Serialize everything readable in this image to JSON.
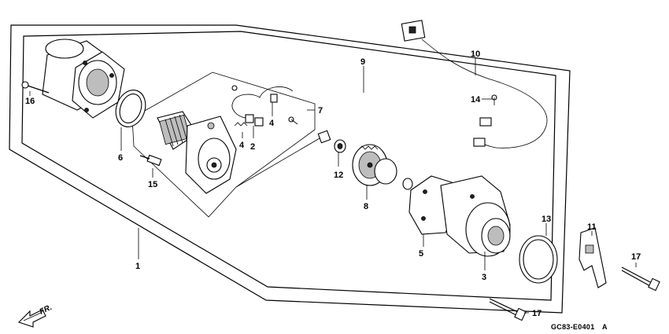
{
  "diagram": {
    "callouts": {
      "c1": "1",
      "c2": "2",
      "c3": "3",
      "c4a": "4",
      "c4b": "4",
      "c5": "5",
      "c6": "6",
      "c7": "7",
      "c8": "8",
      "c9": "9",
      "c10": "10",
      "c11": "11",
      "c12": "12",
      "c13": "13",
      "c14": "14",
      "c15": "15",
      "c16": "16",
      "c17a": "17",
      "c17b": "17"
    },
    "direction_label": "FR.",
    "drawing_code": "GC83-E0401",
    "drawing_suffix": "A"
  }
}
